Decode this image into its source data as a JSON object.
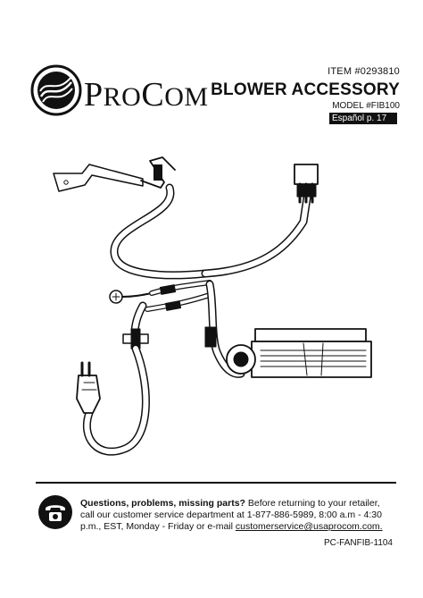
{
  "brand": {
    "name_first_initial": "P",
    "name_first_rest": "RO",
    "name_second_initial": "C",
    "name_second_rest": "OM"
  },
  "header": {
    "item_number": "ITEM #0293810",
    "title": "BLOWER ACCESSORY",
    "model": "MODEL #FIB100",
    "language_link": "Español p. 17"
  },
  "footer": {
    "lead": "Questions, problems, missing parts?",
    "body": " Before returning to your retailer, call our customer service department at 1-877-886-5989, 8:00 a.m - 4:30 p.m., EST, Monday - Friday or e-mail ",
    "email": "customerservice@usaprocom.com.",
    "document_code": "PC-FANFIB-1104"
  }
}
